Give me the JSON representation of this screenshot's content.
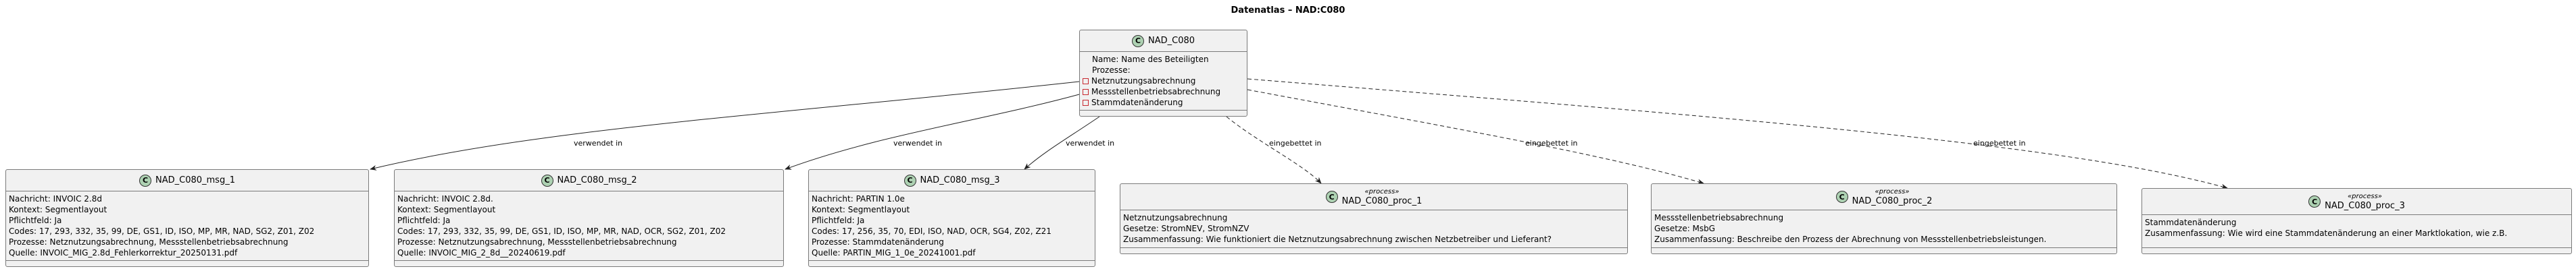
{
  "title": "Datenatlas – NAD:C080",
  "class_icon_letter": "C",
  "colors": {
    "class_bg": "#f1f1f1",
    "class_icon": "#add1b2",
    "private_marker": "#c82930"
  },
  "main": {
    "name": "NAD_C080",
    "lines": [
      "Name: Name des Beteiligten",
      "Prozesse:"
    ],
    "processes": [
      "Netznutzungsabrechnung",
      "Messstellenbetriebsabrechnung",
      "Stammdatenänderung"
    ]
  },
  "messages": [
    {
      "name": "NAD_C080_msg_1",
      "lines": [
        "Nachricht: INVOIC 2.8d",
        "Kontext: Segmentlayout",
        "Pflichtfeld: Ja",
        "Codes: 17, 293, 332, 35, 99, DE, GS1, ID, ISO, MP, MR, NAD, SG2, Z01, Z02",
        "Prozesse: Netznutzungsabrechnung, Messstellenbetriebsabrechnung",
        "Quelle: INVOIC_MIG_2.8d_Fehlerkorrektur_20250131.pdf"
      ]
    },
    {
      "name": "NAD_C080_msg_2",
      "lines": [
        "Nachricht: INVOIC 2.8d.",
        "Kontext: Segmentlayout",
        "Pflichtfeld: Ja",
        "Codes: 17, 293, 332, 35, 99, DE, GS1, ID, ISO, MP, MR, NAD, OCR, SG2, Z01, Z02",
        "Prozesse: Netznutzungsabrechnung, Messstellenbetriebsabrechnung",
        "Quelle: INVOIC_MIG_2_8d__20240619.pdf"
      ]
    },
    {
      "name": "NAD_C080_msg_3",
      "lines": [
        "Nachricht: PARTIN 1.0e",
        "Kontext: Segmentlayout",
        "Pflichtfeld: Ja",
        "Codes: 17, 256, 35, 70, EDI, ISO, NAD, OCR, SG4, Z02, Z21",
        "Prozesse: Stammdatenänderung",
        "Quelle: PARTIN_MIG_1_0e_20241001.pdf"
      ]
    }
  ],
  "processes": [
    {
      "stereotype": "«process»",
      "name": "NAD_C080_proc_1",
      "lines": [
        "Netznutzungsabrechnung",
        "Gesetze: StromNEV, StromNZV",
        "Zusammenfassung: Wie funktioniert die Netznutzungsabrechnung zwischen Netzbetreiber und Lieferant?"
      ]
    },
    {
      "stereotype": "«process»",
      "name": "NAD_C080_proc_2",
      "lines": [
        "Messstellenbetriebsabrechnung",
        "Gesetze: MsbG",
        "Zusammenfassung: Beschreibe den Prozess der Abrechnung von Messstellenbetriebsleistungen."
      ]
    },
    {
      "stereotype": "«process»",
      "name": "NAD_C080_proc_3",
      "lines": [
        "Stammdatenänderung",
        "Zusammenfassung: Wie wird eine Stammdatenänderung an einer Marktlokation, wie z.B."
      ]
    }
  ],
  "edges": {
    "uses_label": "verwendet in",
    "embedded_label": "eingebettet in"
  }
}
